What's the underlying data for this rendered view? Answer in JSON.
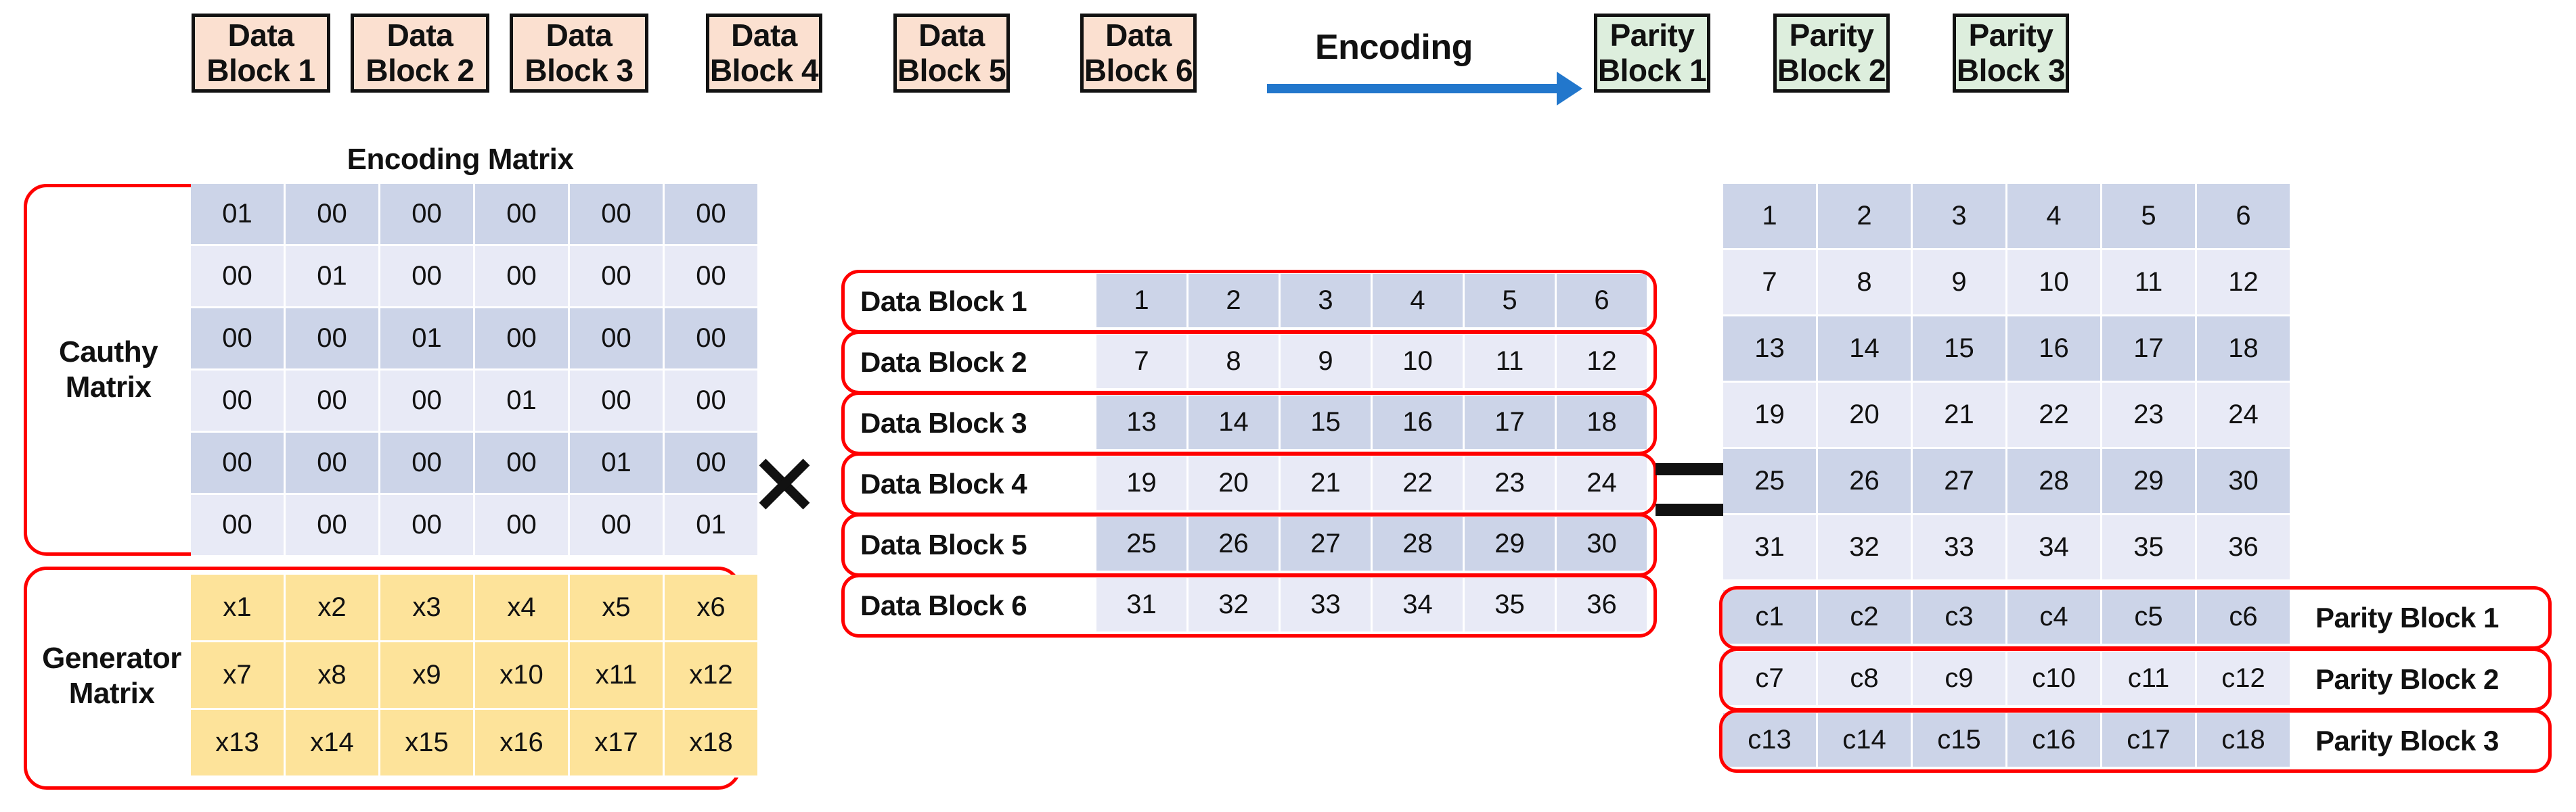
{
  "diagram": {
    "title_encoding_matrix": "Encoding Matrix",
    "encoding_arrow_label": "Encoding",
    "operator_multiply": "×",
    "operator_equals": "=",
    "accent_red": "#ff0000",
    "accent_blue": "#2277cc",
    "color_data_block": "#fbe0d0",
    "color_parity_block": "#ddeedd",
    "color_cell_dark": "#ccd4e8",
    "color_cell_light": "#e8eaf6",
    "color_cell_gold": "#fde39a"
  },
  "top_row": {
    "data_blocks": [
      {
        "line1": "Data",
        "line2": "Block 1"
      },
      {
        "line1": "Data",
        "line2": "Block 2"
      },
      {
        "line1": "Data",
        "line2": "Block 3"
      },
      {
        "line1": "Data",
        "line2": "Block 4"
      },
      {
        "line1": "Data",
        "line2": "Block 5"
      },
      {
        "line1": "Data",
        "line2": "Block 6"
      }
    ],
    "parity_blocks": [
      {
        "line1": "Parity",
        "line2": "Block 1"
      },
      {
        "line1": "Parity",
        "line2": "Block 2"
      },
      {
        "line1": "Parity",
        "line2": "Block 3"
      }
    ]
  },
  "encoding_matrix": {
    "cauchy": {
      "label": "Cauthy\nMatrix",
      "rows": [
        [
          "01",
          "00",
          "00",
          "00",
          "00",
          "00"
        ],
        [
          "00",
          "01",
          "00",
          "00",
          "00",
          "00"
        ],
        [
          "00",
          "00",
          "01",
          "00",
          "00",
          "00"
        ],
        [
          "00",
          "00",
          "00",
          "01",
          "00",
          "00"
        ],
        [
          "00",
          "00",
          "00",
          "00",
          "01",
          "00"
        ],
        [
          "00",
          "00",
          "00",
          "00",
          "00",
          "01"
        ]
      ]
    },
    "generator": {
      "label": "Generator\nMatrix",
      "rows": [
        [
          "x1",
          "x2",
          "x3",
          "x4",
          "x5",
          "x6"
        ],
        [
          "x7",
          "x8",
          "x9",
          "x10",
          "x11",
          "x12"
        ],
        [
          "x13",
          "x14",
          "x15",
          "x16",
          "x17",
          "x18"
        ]
      ]
    }
  },
  "data_matrix": {
    "rows": [
      {
        "label": "Data Block 1",
        "values": [
          "1",
          "2",
          "3",
          "4",
          "5",
          "6"
        ]
      },
      {
        "label": "Data Block 2",
        "values": [
          "7",
          "8",
          "9",
          "10",
          "11",
          "12"
        ]
      },
      {
        "label": "Data Block 3",
        "values": [
          "13",
          "14",
          "15",
          "16",
          "17",
          "18"
        ]
      },
      {
        "label": "Data Block 4",
        "values": [
          "19",
          "20",
          "21",
          "22",
          "23",
          "24"
        ]
      },
      {
        "label": "Data Block 5",
        "values": [
          "25",
          "26",
          "27",
          "28",
          "29",
          "30"
        ]
      },
      {
        "label": "Data Block 6",
        "values": [
          "31",
          "32",
          "33",
          "34",
          "35",
          "36"
        ]
      }
    ]
  },
  "result_matrix": {
    "data_rows": [
      [
        "1",
        "2",
        "3",
        "4",
        "5",
        "6"
      ],
      [
        "7",
        "8",
        "9",
        "10",
        "11",
        "12"
      ],
      [
        "13",
        "14",
        "15",
        "16",
        "17",
        "18"
      ],
      [
        "19",
        "20",
        "21",
        "22",
        "23",
        "24"
      ],
      [
        "25",
        "26",
        "27",
        "28",
        "29",
        "30"
      ],
      [
        "31",
        "32",
        "33",
        "34",
        "35",
        "36"
      ]
    ],
    "parity_rows": [
      {
        "values": [
          "c1",
          "c2",
          "c3",
          "c4",
          "c5",
          "c6"
        ],
        "label": "Parity Block 1"
      },
      {
        "values": [
          "c7",
          "c8",
          "c9",
          "c10",
          "c11",
          "c12"
        ],
        "label": "Parity Block 2"
      },
      {
        "values": [
          "c13",
          "c14",
          "c15",
          "c16",
          "c17",
          "c18"
        ],
        "label": "Parity Block 3"
      }
    ]
  }
}
